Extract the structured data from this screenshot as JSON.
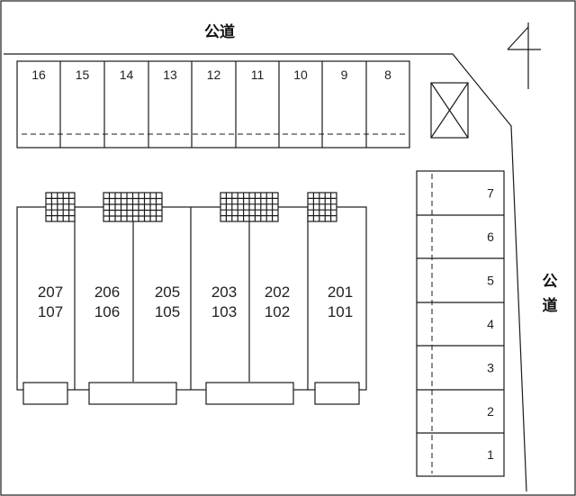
{
  "roads": {
    "top": "公道",
    "right_line1": "公",
    "right_line2": "道"
  },
  "top_parking": [
    "16",
    "15",
    "14",
    "13",
    "12",
    "11",
    "10",
    "9",
    "8"
  ],
  "right_parking": [
    "7",
    "6",
    "5",
    "4",
    "3",
    "2",
    "1"
  ],
  "units": [
    {
      "upper": "207",
      "lower": "107"
    },
    {
      "upper": "206",
      "lower": "106"
    },
    {
      "upper": "205",
      "lower": "105"
    },
    {
      "upper": "203",
      "lower": "103"
    },
    {
      "upper": "202",
      "lower": "102"
    },
    {
      "upper": "201",
      "lower": "101"
    }
  ],
  "icons": {
    "north_arrow": "north-arrow-icon",
    "trash_station": "crossed-box-icon",
    "balcony_grate": "grid-icon"
  }
}
